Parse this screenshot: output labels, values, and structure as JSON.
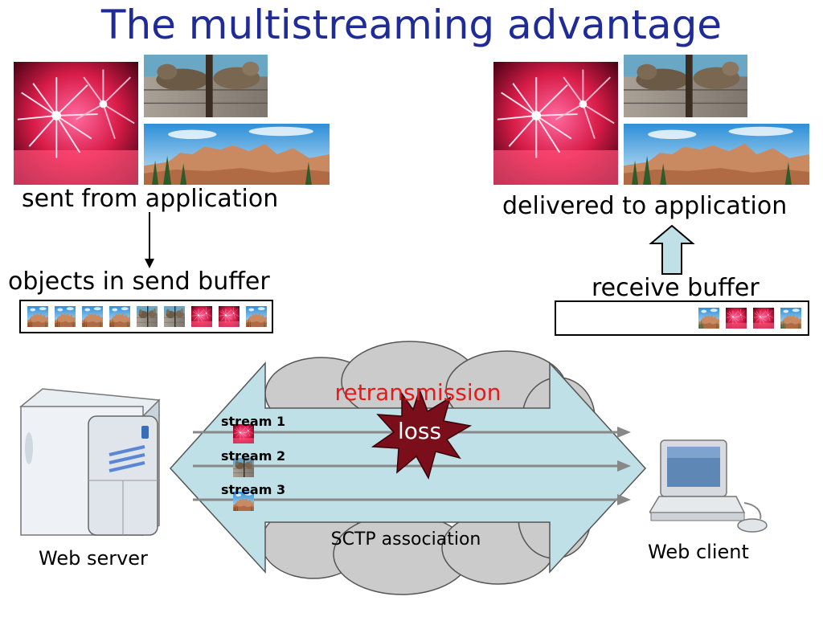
{
  "title": "The multistreaming advantage",
  "sender": {
    "label": "sent from application"
  },
  "send_buffer": {
    "label": "objects in send buffer",
    "thumbs": [
      "canyon",
      "canyon",
      "canyon",
      "canyon",
      "seals",
      "seals",
      "fireworks",
      "fireworks",
      "canyon"
    ]
  },
  "receiver": {
    "label": "delivered to application"
  },
  "receive_buffer": {
    "label": "receive buffer",
    "thumbs": [
      "canyon",
      "fireworks",
      "fireworks",
      "canyon"
    ]
  },
  "network": {
    "retransmission": "retransmission",
    "loss": "loss",
    "association": "SCTP association",
    "streams": [
      "stream 1",
      "stream 2",
      "stream 3"
    ]
  },
  "server": {
    "label": "Web server"
  },
  "client": {
    "label": "Web client"
  },
  "colors": {
    "title": "#1f2b96",
    "arrow_fill": "#bfe0e6",
    "cloud": "#c9c9c9",
    "loss_star": "#7a0e1a",
    "retransmission_text": "#e41b1b"
  }
}
